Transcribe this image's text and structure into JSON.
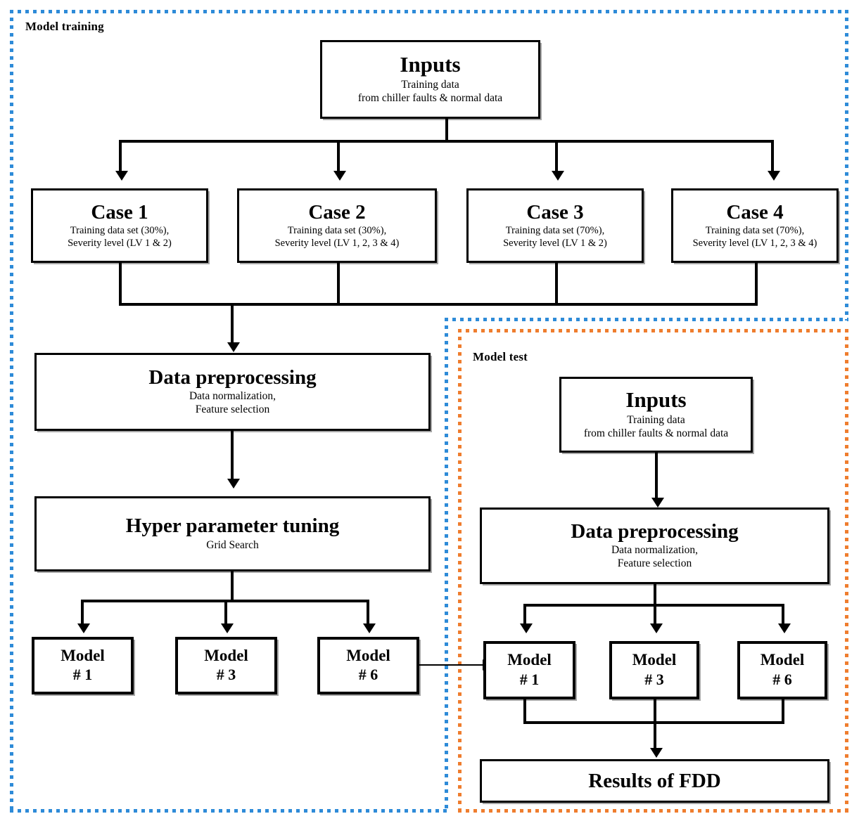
{
  "diagram": {
    "regions": {
      "training": {
        "label": "Model training",
        "color": "#2e8bd8"
      },
      "test": {
        "label": "Model test",
        "color": "#ef7d2e"
      }
    },
    "training": {
      "inputs": {
        "title": "Inputs",
        "sub1": "Training data",
        "sub2": "from chiller faults & normal data"
      },
      "cases": [
        {
          "title": "Case 1",
          "sub1": "Training data set (30%),",
          "sub2": "Severity level (LV 1 & 2)"
        },
        {
          "title": "Case 2",
          "sub1": "Training data set (30%),",
          "sub2": "Severity level (LV 1, 2, 3 & 4)"
        },
        {
          "title": "Case 3",
          "sub1": "Training data set (70%),",
          "sub2": "Severity level (LV 1 & 2)"
        },
        {
          "title": "Case 4",
          "sub1": "Training data set (70%),",
          "sub2": "Severity level (LV 1, 2, 3 & 4)"
        }
      ],
      "preprocessing": {
        "title": "Data preprocessing",
        "sub1": "Data normalization,",
        "sub2": "Feature selection"
      },
      "tuning": {
        "title": "Hyper parameter tuning",
        "sub1": "Grid Search"
      },
      "models": [
        {
          "title": "Model",
          "num": "# 1"
        },
        {
          "title": "Model",
          "num": "# 3"
        },
        {
          "title": "Model",
          "num": "# 6"
        }
      ]
    },
    "test": {
      "inputs": {
        "title": "Inputs",
        "sub1": "Training data",
        "sub2": "from chiller faults & normal data"
      },
      "preprocessing": {
        "title": "Data preprocessing",
        "sub1": "Data normalization,",
        "sub2": "Feature selection"
      },
      "models": [
        {
          "title": "Model",
          "num": "# 1"
        },
        {
          "title": "Model",
          "num": "# 3"
        },
        {
          "title": "Model",
          "num": "# 6"
        }
      ],
      "results": {
        "title": "Results of FDD"
      }
    }
  }
}
